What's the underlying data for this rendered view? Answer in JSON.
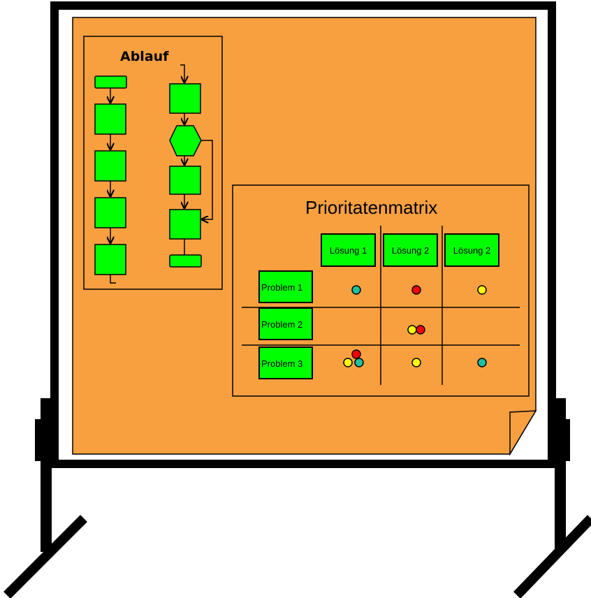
{
  "flow": {
    "title": "Ablauf"
  },
  "matrix": {
    "title": "Prioritatenmatrix",
    "solutions": [
      "Lösung 1",
      "Lösung 2",
      "Lösung 2"
    ],
    "problems": [
      "Problem 1",
      "Problem 2",
      "Problem 3"
    ],
    "dots": [
      {
        "problem": 0,
        "solution": 0,
        "color": "teal"
      },
      {
        "problem": 0,
        "solution": 1,
        "color": "red"
      },
      {
        "problem": 0,
        "solution": 2,
        "color": "yellow"
      },
      {
        "problem": 1,
        "solution": 1,
        "color": "yellow"
      },
      {
        "problem": 1,
        "solution": 1,
        "color": "red"
      },
      {
        "problem": 2,
        "solution": 0,
        "color": "red"
      },
      {
        "problem": 2,
        "solution": 0,
        "color": "yellow"
      },
      {
        "problem": 2,
        "solution": 0,
        "color": "teal"
      },
      {
        "problem": 2,
        "solution": 1,
        "color": "yellow"
      },
      {
        "problem": 2,
        "solution": 2,
        "color": "teal"
      }
    ]
  },
  "colors": {
    "board_paper": "#F8A040",
    "box_green": "#00FF00",
    "dot_red": "#FF0000",
    "dot_yellow": "#FFFF00",
    "dot_teal": "#20C0A0",
    "frame": "#000000"
  }
}
